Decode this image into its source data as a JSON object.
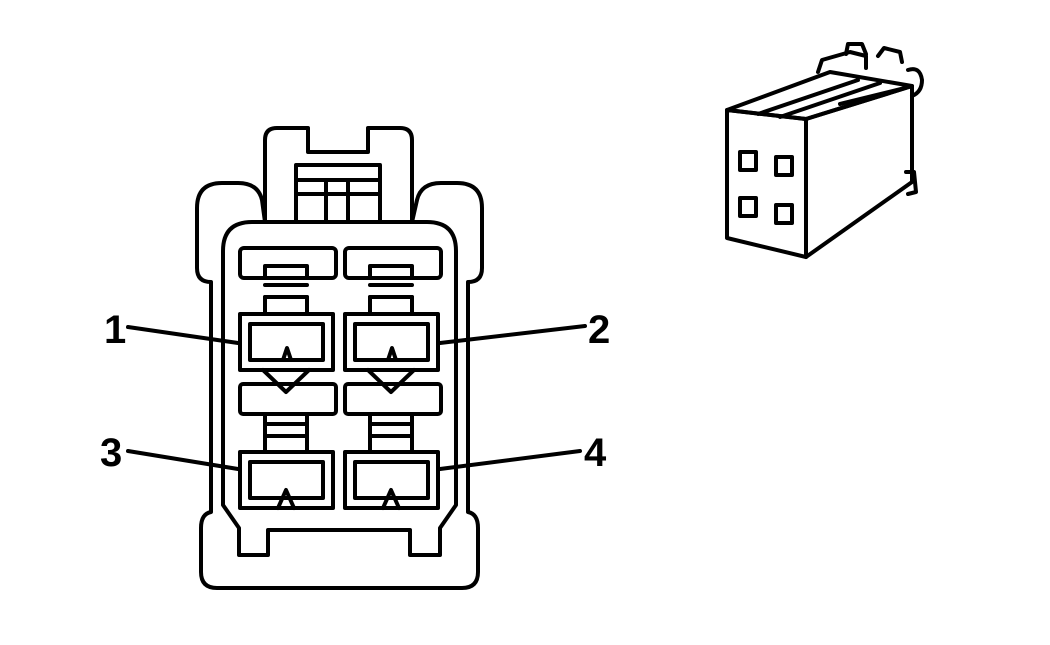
{
  "colors": {
    "ink": "#000000",
    "paper": "#ffffff"
  },
  "connector_face": {
    "pins": [
      {
        "id": "1",
        "label": "1"
      },
      {
        "id": "2",
        "label": "2"
      },
      {
        "id": "3",
        "label": "3"
      },
      {
        "id": "4",
        "label": "4"
      }
    ]
  }
}
